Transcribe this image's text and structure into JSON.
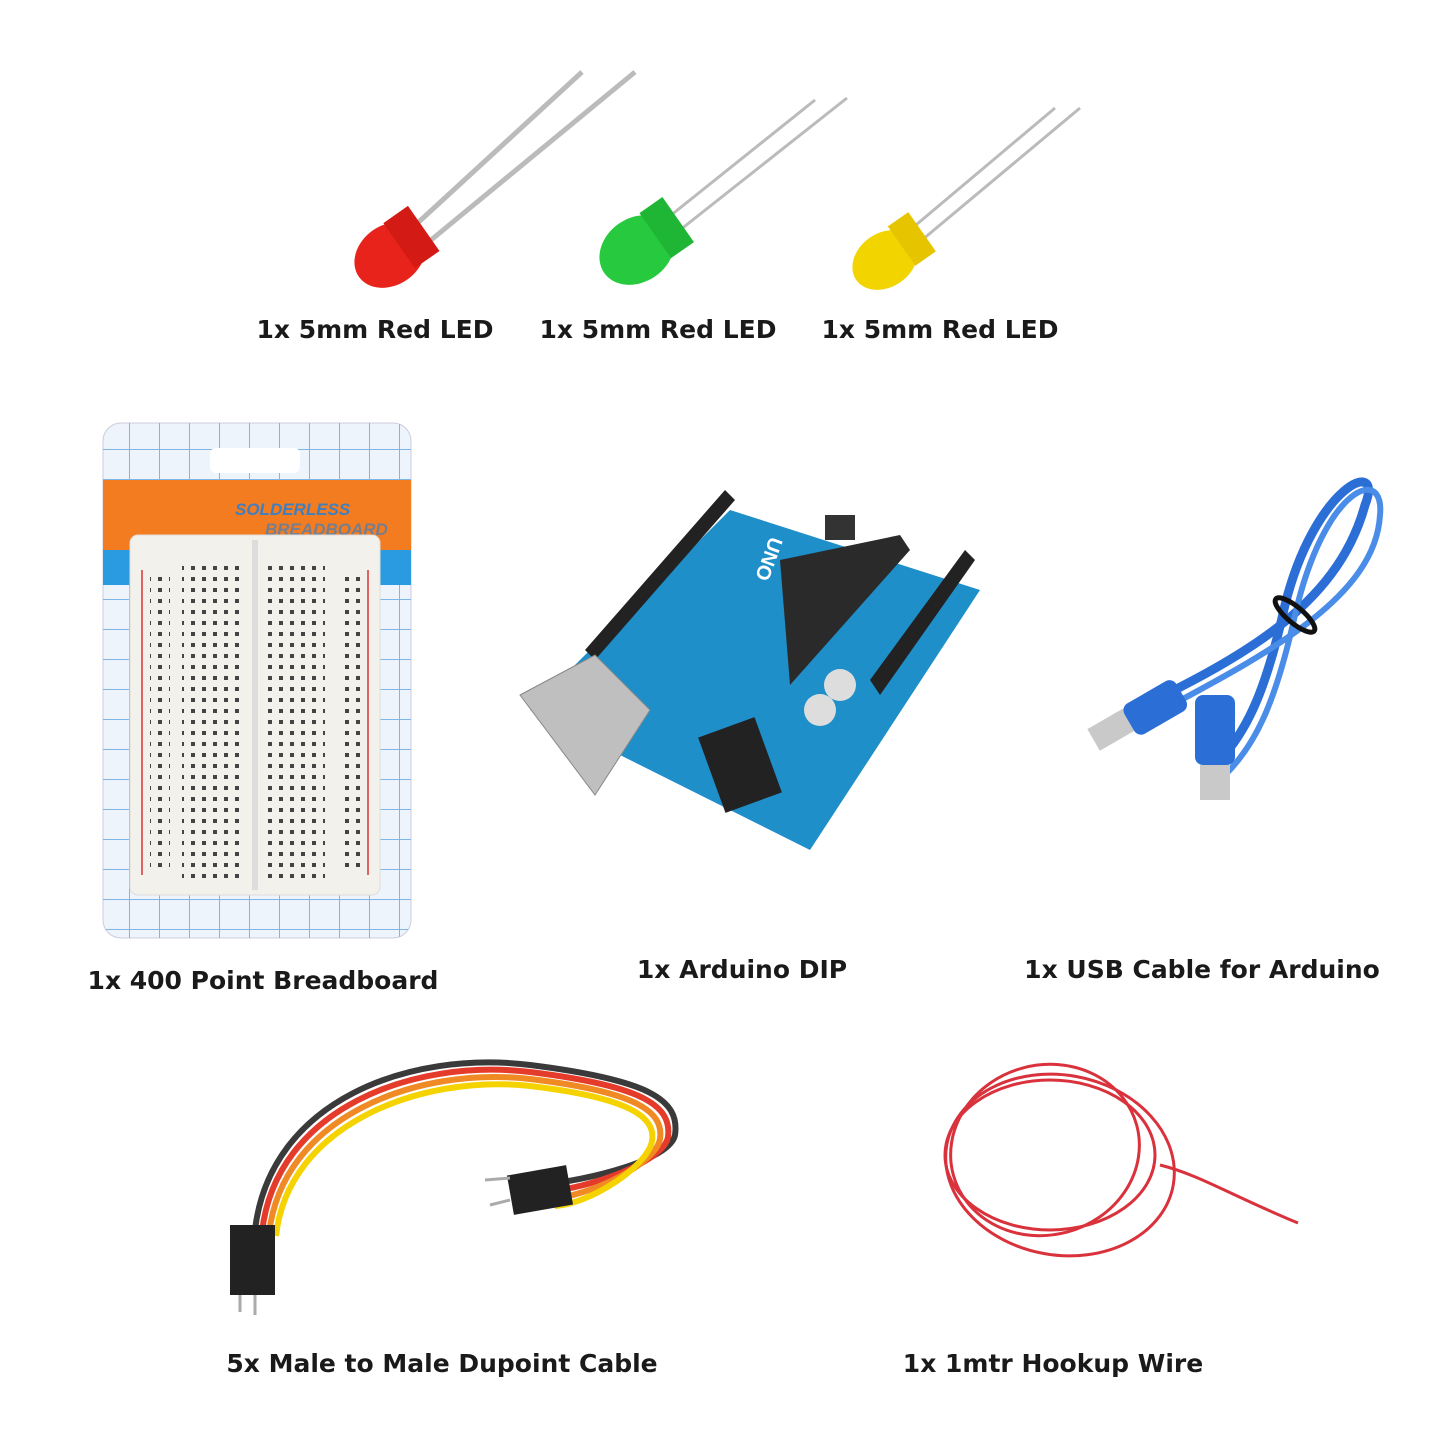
{
  "items": [
    {
      "caption": "1x 5mm Red LED",
      "color": "#e8231b"
    },
    {
      "caption": "1x 5mm Red LED",
      "color": "#27c93f"
    },
    {
      "caption": "1x 5mm Red LED",
      "color": "#f2d400"
    },
    {
      "caption": "1x 400 Point Breadboard",
      "package_text": [
        "SOLDERLESS",
        "BREADBOARD"
      ]
    },
    {
      "caption": "1x Arduino DIP",
      "board_text": "UNO",
      "board_color": "#1f8fc9"
    },
    {
      "caption": "1x USB Cable for Arduino",
      "color": "#2b6fd6"
    },
    {
      "caption": "5x Male to Male Dupoint Cable",
      "colors": [
        "#3a3a3a",
        "#e53b2a",
        "#f08a24",
        "#f5d300"
      ]
    },
    {
      "caption": "1x 1mtr Hookup Wire",
      "color": "#d9323c"
    }
  ]
}
